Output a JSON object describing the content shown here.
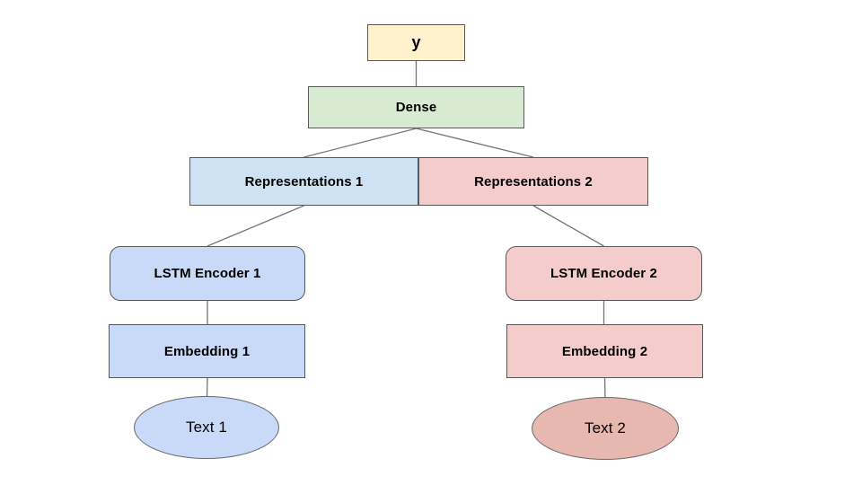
{
  "diagram": {
    "background": "#ffffff",
    "border_color": "#595959",
    "edge_line_color": "#757575",
    "nodes": {
      "y": {
        "label": "y",
        "shape": "rect",
        "fill": "#FFF2CC"
      },
      "dense": {
        "label": "Dense",
        "shape": "rect",
        "fill": "#D9EAD3"
      },
      "rep1": {
        "label": "Representations 1",
        "shape": "rect",
        "fill": "#CFE2F3"
      },
      "rep2": {
        "label": "Representations 2",
        "shape": "rect",
        "fill": "#F4CCCC"
      },
      "lstm1": {
        "label": "LSTM Encoder 1",
        "shape": "rounded-rect",
        "fill": "#C9DAF8"
      },
      "lstm2": {
        "label": "LSTM Encoder 2",
        "shape": "rounded-rect",
        "fill": "#F4CCCC"
      },
      "emb1": {
        "label": "Embedding 1",
        "shape": "rect",
        "fill": "#C9DAF8"
      },
      "emb2": {
        "label": "Embedding 2",
        "shape": "rect",
        "fill": "#F4CCCC"
      },
      "text1": {
        "label": "Text 1",
        "shape": "ellipse",
        "fill": "#C9DAF8"
      },
      "text2": {
        "label": "Text 2",
        "shape": "ellipse",
        "fill": "#E6B8AF"
      }
    },
    "edges": [
      {
        "from": "y",
        "to": "dense"
      },
      {
        "from": "dense",
        "to": "rep1"
      },
      {
        "from": "dense",
        "to": "rep2"
      },
      {
        "from": "rep1",
        "to": "lstm1"
      },
      {
        "from": "rep2",
        "to": "lstm2"
      },
      {
        "from": "lstm1",
        "to": "emb1"
      },
      {
        "from": "emb1",
        "to": "text1"
      },
      {
        "from": "lstm2",
        "to": "emb2"
      },
      {
        "from": "emb2",
        "to": "text2"
      }
    ]
  }
}
